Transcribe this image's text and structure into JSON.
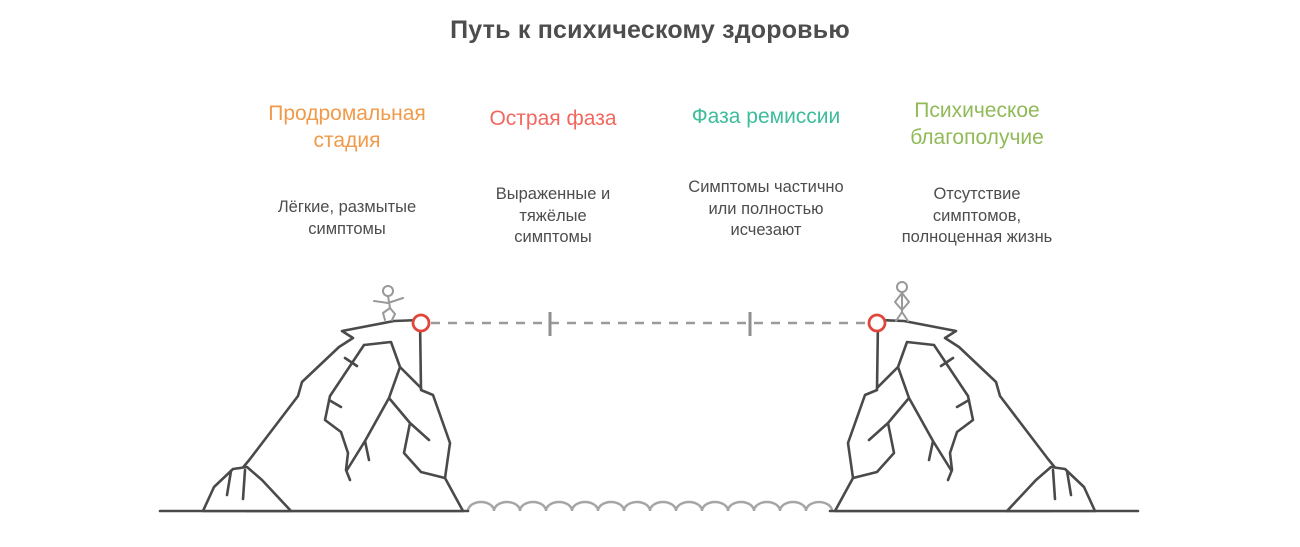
{
  "title": "Путь к психическому здоровью",
  "stages": [
    {
      "title": "Продромальная\nстадия",
      "description": "Лёгкие, размытые\nсимптомы",
      "color": "#f09a4a"
    },
    {
      "title": "Острая фаза",
      "description": "Выраженные и\nтяжёлые\nсимптомы",
      "color": "#f2685f"
    },
    {
      "title": "Фаза ремиссии",
      "description": "Симптомы частично\nили полностью\nисчезают",
      "color": "#3dbd9a"
    },
    {
      "title": "Психическое\nблагополучие",
      "description": "Отсутствие\nсимптомов,\nполноценная жизнь",
      "color": "#90ba58"
    }
  ],
  "illustration": {
    "outline_color": "#4a4a4a",
    "rope_color": "#9a9a9a",
    "tick_color": "#8f8f8f",
    "water_color": "#a5a5a5",
    "figure_color": "#98999b",
    "anchor_color": "#e0463b",
    "left_figure": "walking stick figure on left cliff",
    "right_figure": "standing stick figure on right cliff"
  }
}
